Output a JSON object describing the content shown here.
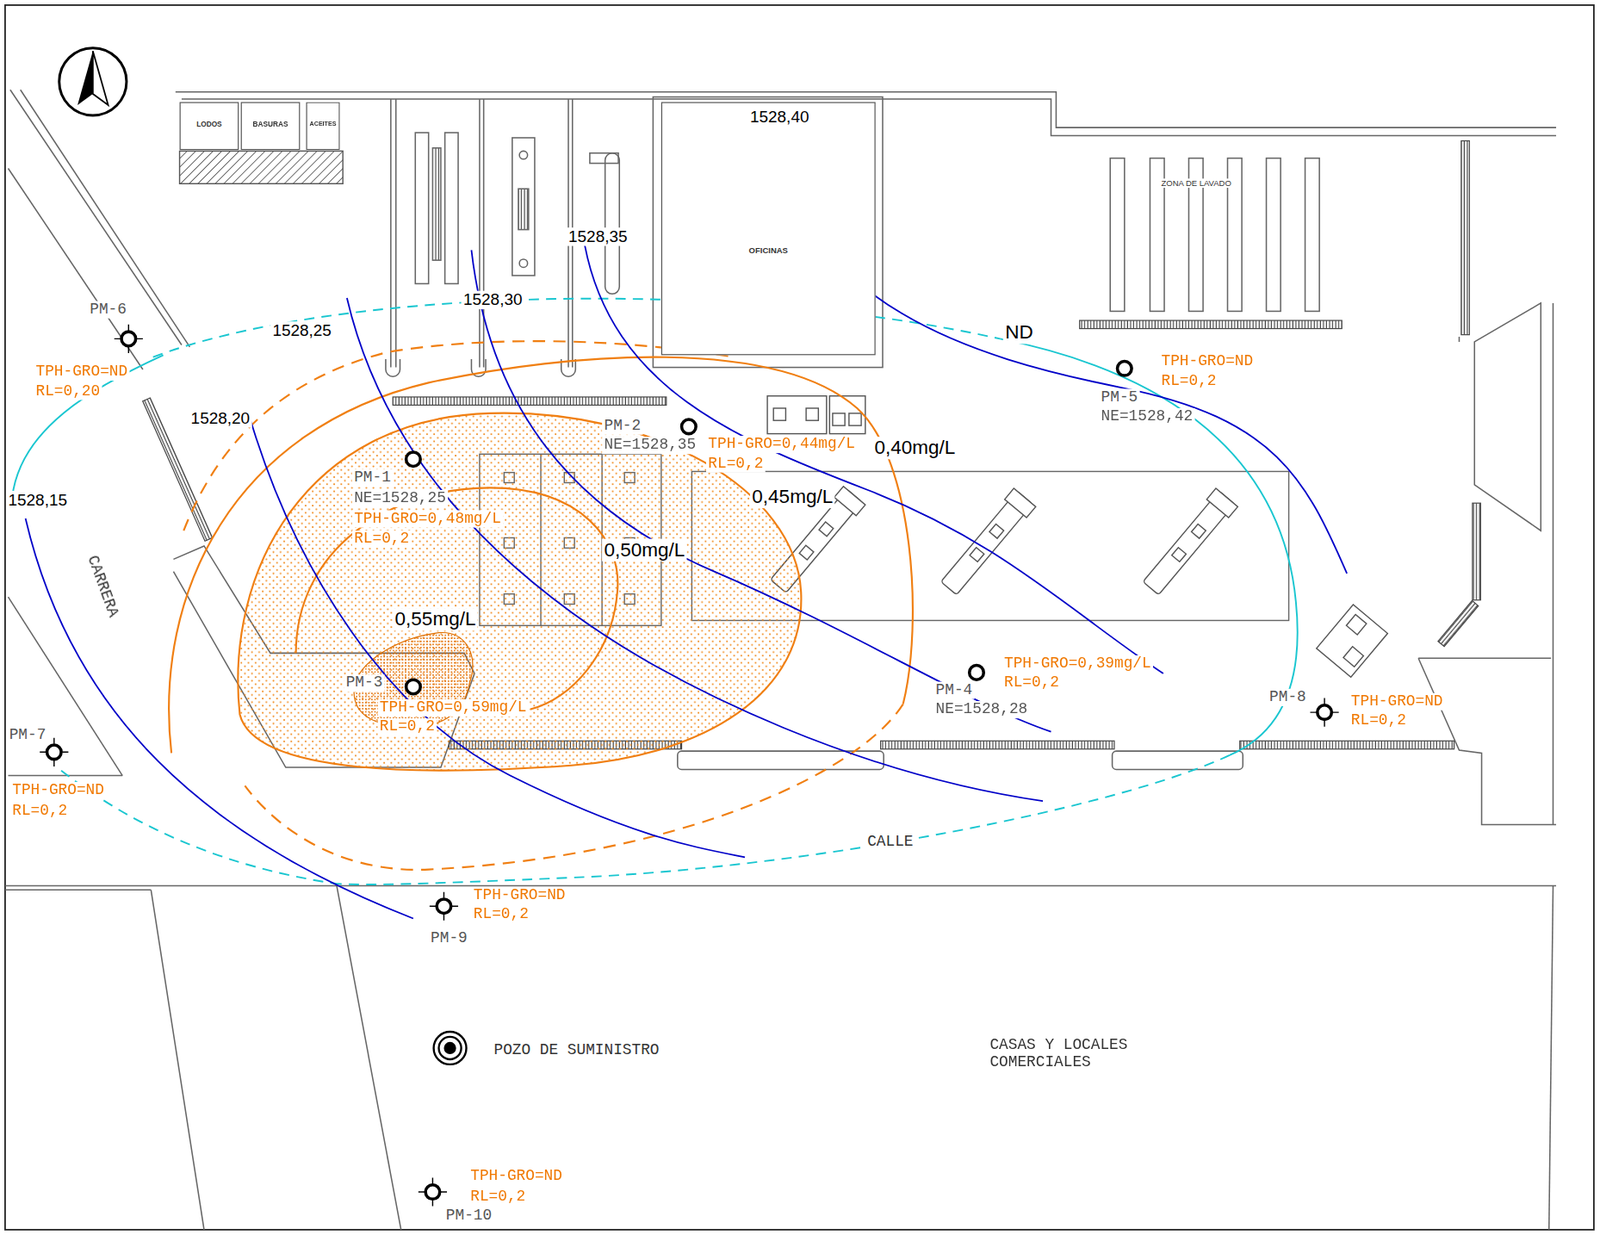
{
  "diagram": {
    "nodes": [
      {
        "text": [
          "LODOS"
        ]
      },
      {
        "text": [
          "BASURAS"
        ]
      },
      {
        "text": [
          "ACEITES"
        ]
      },
      {
        "text": [
          "OFICINAS"
        ]
      }
    ],
    "labels": [
      "1528,40",
      "1528,35",
      "1528,30",
      "1528,25",
      "1528,20",
      "1528,15",
      "ND",
      "0,40mg/L",
      "0,45mg/L",
      "0,50mg/L",
      "0,55mg/L",
      "PM-1",
      "NE=1528,25",
      "TPH-GRO=0,48mg/L",
      "RL=0,2",
      "PM-2",
      "NE=1528,35",
      "TPH-GRO=0,44mg/L",
      "RL=0,2",
      "PM-3",
      "TPH-GRO=0,59mg/L",
      "RL=0,2",
      "PM-4",
      "NE=1528,28",
      "TPH-GRO=0,39mg/L",
      "RL=0,2",
      "PM-5",
      "NE=1528,42",
      "TPH-GRO=ND",
      "RL=0,2",
      "PM-6",
      "TPH-GRO=ND",
      "RL=0,20",
      "PM-7",
      "TPH-GRO=ND",
      "RL=0,2",
      "PM-8",
      "TPH-GRO=ND",
      "RL=0,2",
      "PM-9",
      "TPH-GRO=ND",
      "RL=0,2",
      "PM-10",
      "TPH-GRO=ND",
      "RL=0,2",
      "ZONA DE LAVADO",
      "CARRERA",
      "CALLE",
      "POZO DE SUMINISTRO",
      "CASAS Y LOCALES COMERCIALES"
    ]
  }
}
